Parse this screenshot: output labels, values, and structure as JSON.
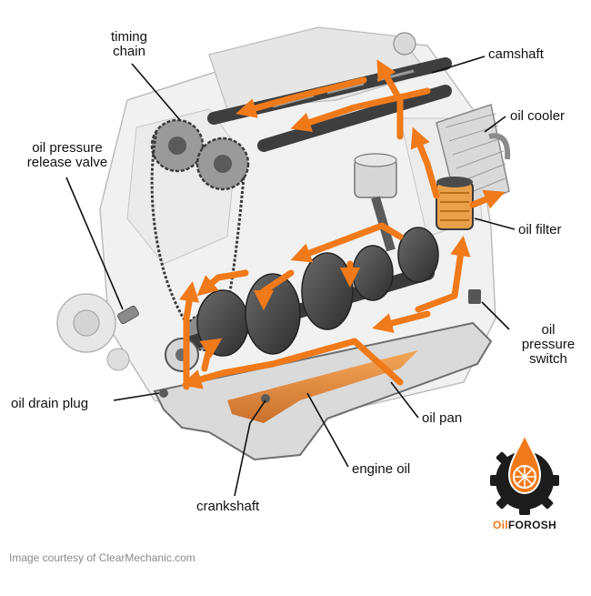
{
  "labels": {
    "timing_chain": "timing\nchain",
    "camshaft": "camshaft",
    "oil_cooler": "oil cooler",
    "oil_pressure_release_valve": "oil pressure\nrelease valve",
    "oil_filter": "oil filter",
    "oil_pressure_switch": "oil\npressure\nswitch",
    "oil_drain_plug": "oil drain plug",
    "oil_pan": "oil pan",
    "engine_oil": "engine oil",
    "crankshaft": "crankshaft"
  },
  "credit": "Image courtesy of ClearMechanic.com",
  "brand": {
    "part1": "Oil",
    "part2": "FOROSH"
  },
  "colors": {
    "oil": "#f07a1a",
    "metal": "#d6d6d6",
    "dark_metal": "#4a4a4a",
    "outline": "#9a9a9a"
  }
}
